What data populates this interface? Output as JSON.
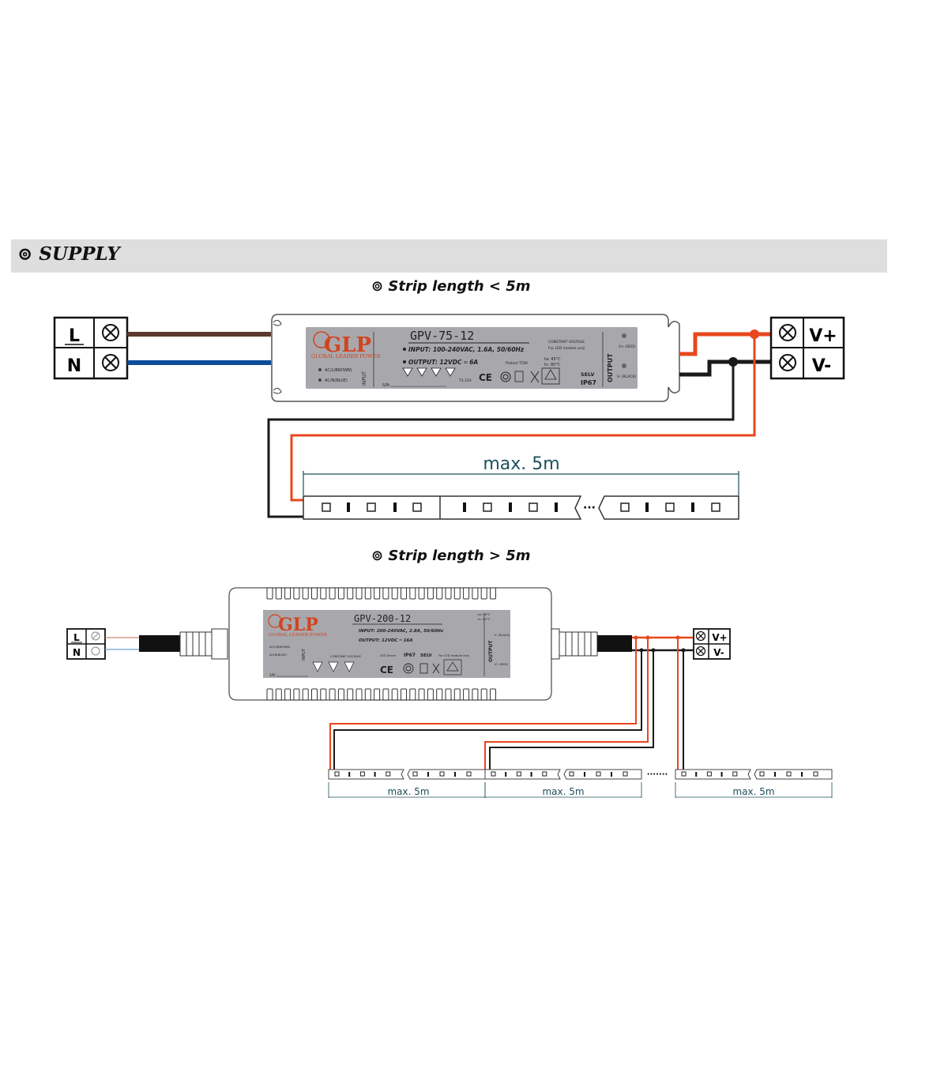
{
  "section": {
    "icon": "⊚",
    "title": "SUPPLY"
  },
  "diagram1": {
    "heading_icon": "⊚",
    "heading": "Strip length < 5m",
    "input_terminal": {
      "L": "L",
      "N": "N"
    },
    "output_terminal": {
      "vplus": "V+",
      "vminus": "V-"
    },
    "psu": {
      "brand": "GLP",
      "brand_sub": "GLOBAL LEADER POWER",
      "model": "GPV-75-12",
      "input_spec": "INPUT: 100-240VAC, 1.6A, 50/60Hz",
      "output_spec": "OUTPUT: 12VDC ═ 6A",
      "constant_voltage": "CONSTANT VOLTAGE",
      "led_only": "For LED module only",
      "ta": "ta: 45°C",
      "tc": "tc: 80°C",
      "ac_l": "AC/L(BROWN)",
      "ac_n": "AC/N(BLUE)",
      "input_label": "INPUT",
      "output_label": "OUTPUT",
      "vplus_red": "V+ (RED)",
      "vminus_black": "V- (BLACK)",
      "sn": "S/N:",
      "fuse": "T3.15A",
      "protect": "Protect TDW",
      "selv": "SELV",
      "ip": "IP67"
    },
    "length_label": "max. 5m"
  },
  "diagram2": {
    "heading_icon": "⊚",
    "heading": "Strip length > 5m",
    "input_terminal": {
      "L": "L",
      "N": "N"
    },
    "output_terminal": {
      "vplus": "V+",
      "vminus": "V-"
    },
    "psu": {
      "brand": "GLP",
      "brand_sub": "GLOBAL LEADER POWER",
      "model": "GPV-200-12",
      "input_spec": "INPUT: 200-240VAC, 2.8A, 50/60Hz",
      "output_spec": "OUTPUT: 12VDC ═ 16A",
      "constant_voltage": "CONSTANT VOLTAGE",
      "led_driver": "LED Driver",
      "led_only": "For LED module only",
      "ta": "ta: 50°C",
      "tc": "tc: 80°C",
      "ac_l": "AC/L(BROWN)",
      "ac_n": "AC/N(BLUE)",
      "input_label": "INPUT",
      "output_label": "OUTPUT",
      "vplus_red": "V+ (RED)",
      "vminus_black": "V- (BLACK)",
      "sn": "S/N:",
      "selv": "SELV",
      "ip": "IP67"
    },
    "segment_labels": [
      "max. 5m",
      "max. 5m",
      "max. 5m"
    ]
  },
  "colors": {
    "brown_wire": "#5c3a2e",
    "blue_wire": "#0d4c9a",
    "red_wire": "#e8471e",
    "black_wire": "#1a1a1a",
    "label_bg": "#a8a8ac",
    "brand_red": "#d2431f",
    "dimension_text": "#1e4f5a"
  }
}
